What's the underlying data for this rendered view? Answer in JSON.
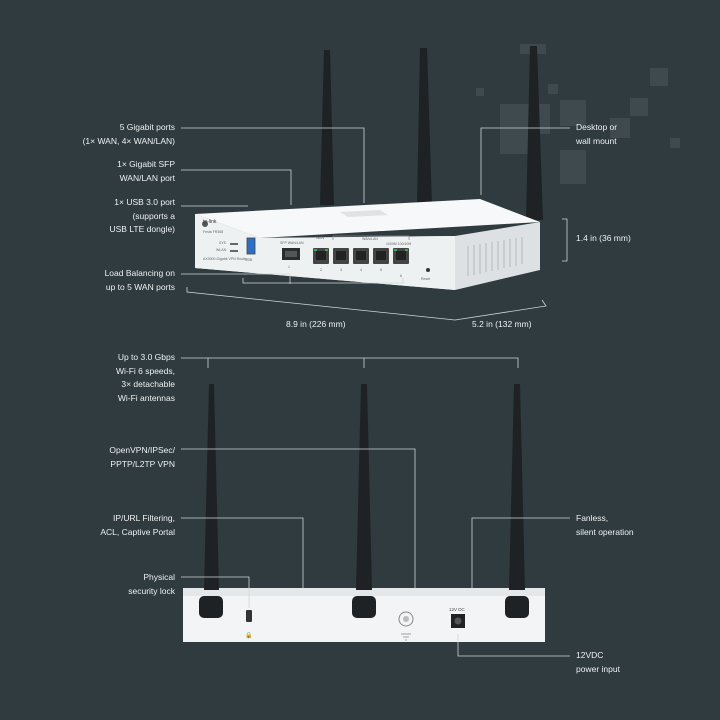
{
  "colors": {
    "background": "#2f3b3f",
    "leader_line": "#cfd6d8",
    "router_body": "#f2f4f5",
    "antenna": "#1f2224",
    "port_green": "#2faa57"
  },
  "callouts": {
    "ports": "5  Gigabit ports\n(1× WAN, 4× WAN/LAN)",
    "sfp": "1× Gigabit SFP\nWAN/LAN port",
    "usb": "1× USB 3.0 port\n(supports a\nUSB LTE dongle)",
    "load_balancing": "Load Balancing on\nup to 5 WAN ports",
    "mount": "Desktop or\nwall mount",
    "height": "1.4 in (36 mm)",
    "width": "8.9 in (226 mm)",
    "depth": "5.2 in (132 mm)",
    "wifi": "Up to 3.0 Gbps\nWi-Fi 6 speeds,\n3× detachable\nWi-Fi antennas",
    "vpn": "OpenVPN/IPSec/\nPPTP/L2TP VPN",
    "filtering": "IP/URL Filtering,\nACL, Captive Portal",
    "lock": "Physical\nsecurity lock",
    "fanless": "Fanless,\nsilent operation",
    "power": "12VDC\npower input"
  },
  "device_front": {
    "brand": "tp-link",
    "model": "Festa FR365",
    "subtitle": "AX3000 Gigabit VPN Router",
    "led_sys": "SYS",
    "led_wlan": "WLAN",
    "usb_label": "USB",
    "sfp_label": "SFP WAN/LAN",
    "wan_label": "WAN",
    "wanlan_label": "WAN/LAN",
    "speed_label": "1000M  100/10M",
    "reset_label": "Reset",
    "port_numbers": [
      "1",
      "2",
      "3",
      "4",
      "5",
      "6"
    ]
  },
  "device_back": {
    "dc_label": "12V DC"
  }
}
